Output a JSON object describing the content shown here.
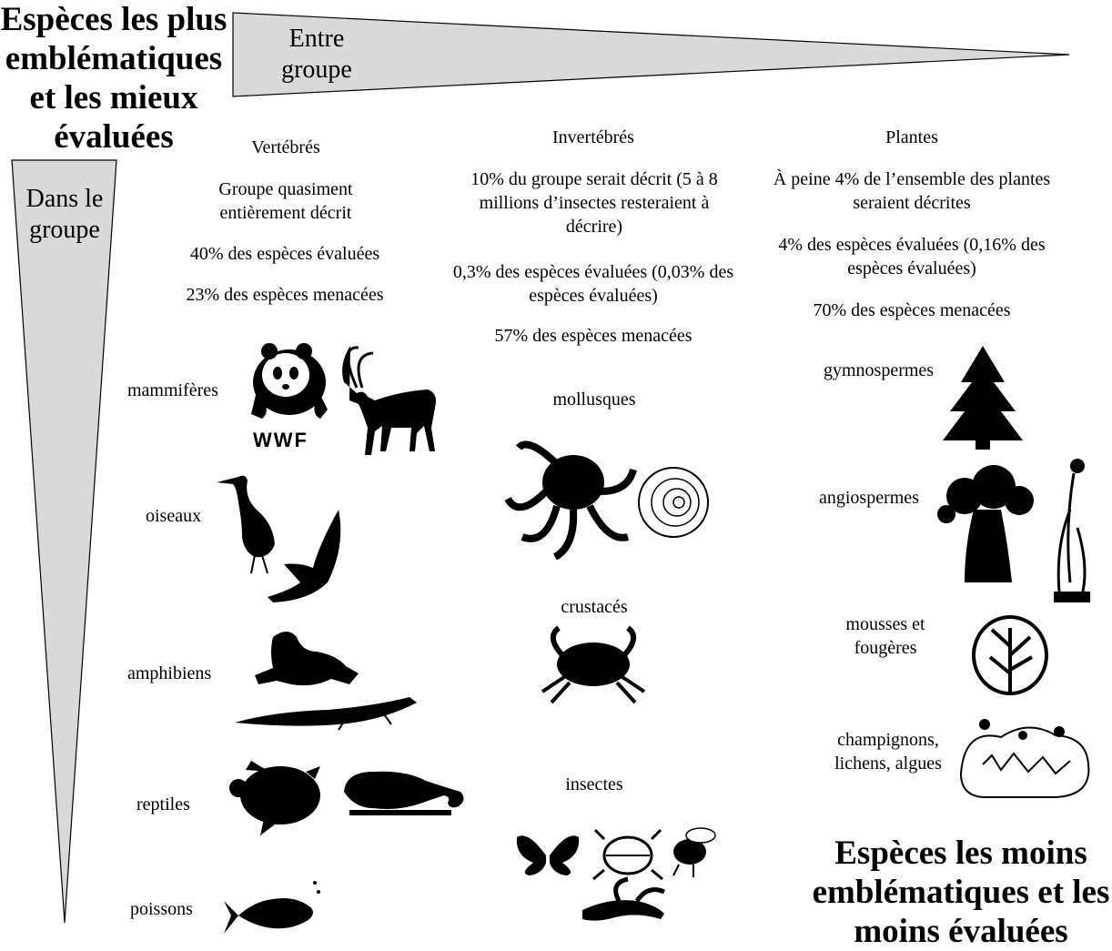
{
  "corner_titles": {
    "top_left": "Espèces les plus emblématiques et les mieux évaluées",
    "bottom_right": "Espèces les moins emblématiques et les moins évaluées"
  },
  "triangles": {
    "between_group": "Entre groupe",
    "within_group": "Dans le groupe"
  },
  "colors": {
    "triangle_fill": "#d9d9d9",
    "silhouette": "#000000"
  },
  "columns": {
    "vertebrates": {
      "title": "Vertébrés",
      "description": "Groupe quasiment entièrement décrit",
      "evaluated": "40% des espèces évaluées",
      "threatened": "23% des espèces menacées",
      "groups": {
        "mammals": "mammifères",
        "birds": "oiseaux",
        "amphibians": "amphibiens",
        "reptiles": "reptiles",
        "fish": "poissons"
      },
      "wwf_logo": "WWF"
    },
    "invertebrates": {
      "title": "Invertébrés",
      "description": "10% du groupe serait décrit (5 à 8 millions d’insectes resteraient à décrire)",
      "evaluated": "0,3% des espèces évaluées (0,03% des espèces évaluées)",
      "threatened": "57% des espèces menacées",
      "groups": {
        "molluscs": "mollusques",
        "crustaceans": "crustacés",
        "insects": "insectes"
      }
    },
    "plants": {
      "title": "Plantes",
      "description": "À peine 4% de l’ensemble des plantes seraient décrites",
      "evaluated": "4% des espèces évaluées (0,16% des espèces évaluées)",
      "threatened": "70% des espèces menacées",
      "groups": {
        "gymnosperms": "gymnospermes",
        "angiosperms": "angiospermes",
        "mosses_ferns": "mousses et fougères",
        "fungi_lichens_algae": "champignons, lichens, algues"
      }
    }
  }
}
